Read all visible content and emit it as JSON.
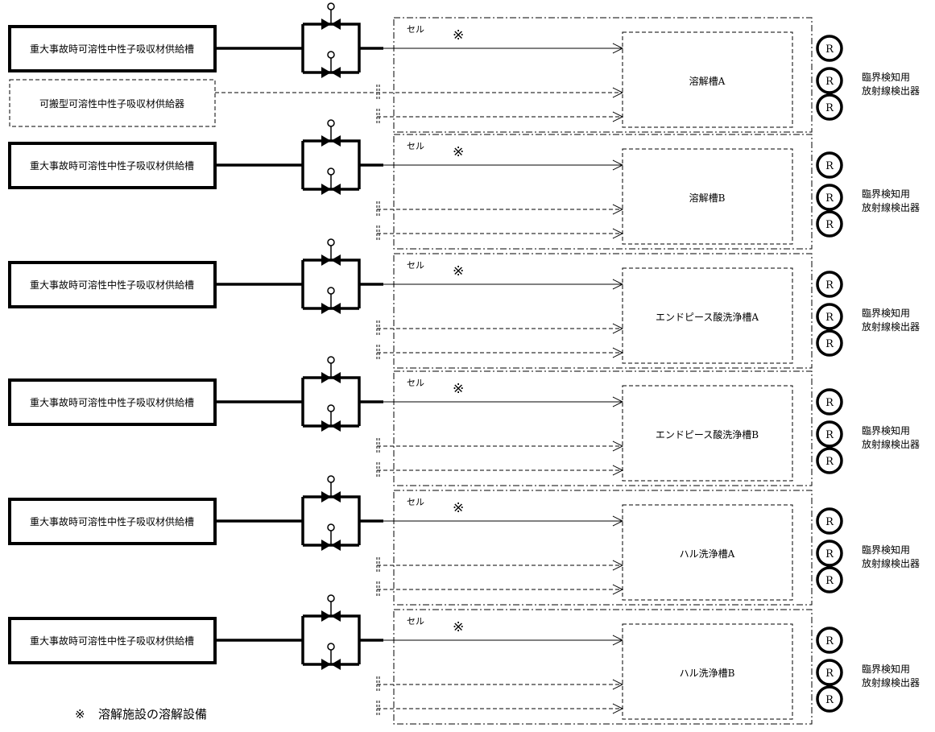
{
  "supply_tank_label": "重大事故時可溶性中性子吸収材供給槽",
  "portable_supply_label": "可搬型可溶性中性子吸収材供給器",
  "cell_label": "セル",
  "note_mark": "※",
  "detector_symbol": "R",
  "detector_label_line1": "臨界検知用",
  "detector_label_line2": "放射線検出器",
  "trains": [
    {
      "vessel": "溶解槽A",
      "has_portable": true
    },
    {
      "vessel": "溶解槽B",
      "has_portable": false
    },
    {
      "vessel": "エンドピース酸洗浄槽A",
      "has_portable": false
    },
    {
      "vessel": "エンドピース酸洗浄槽B",
      "has_portable": false
    },
    {
      "vessel": "ハル洗浄槽A",
      "has_portable": false
    },
    {
      "vessel": "ハル洗浄槽B",
      "has_portable": false
    }
  ],
  "footnote": {
    "mark": "※",
    "text": "溶解施設の溶解設備"
  }
}
